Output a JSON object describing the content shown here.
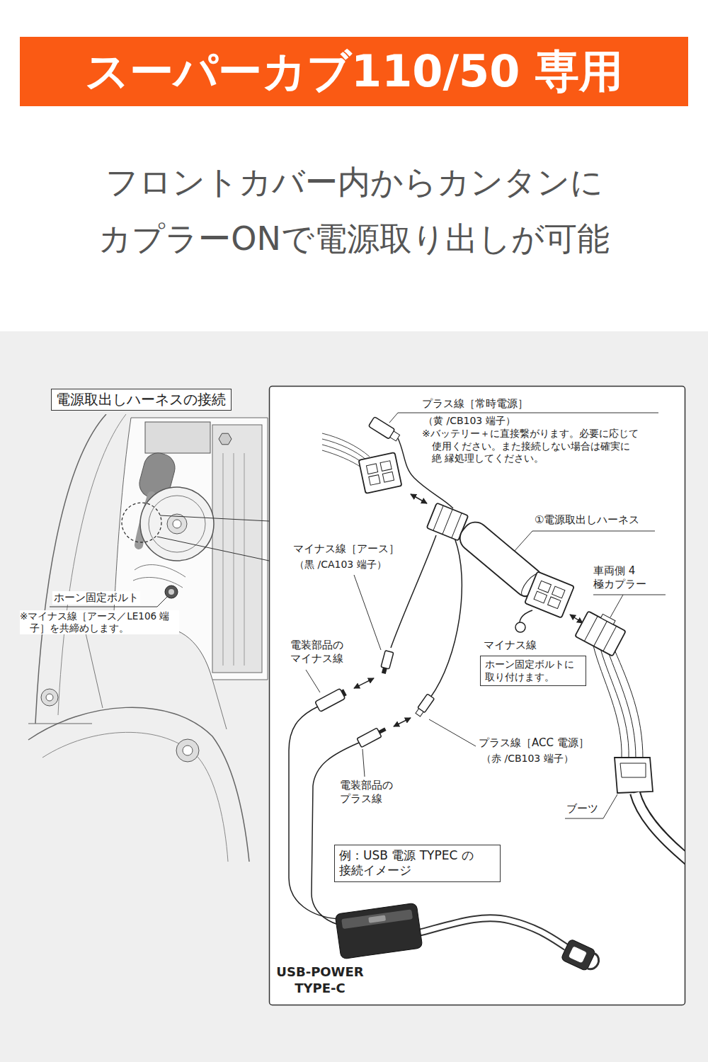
{
  "diagram": {
    "title": "スーパーカブ110/50 専用",
    "nodes": [
      {
        "text": [
          "電源取出しハーネスの接続"
        ]
      },
      {
        "text": [
          "マイナス線",
          "ホーン固定ボルトに 取り付けます。"
        ]
      },
      {
        "text": [
          "例：USB 電源 TYPEC の 接続イメージ"
        ]
      }
    ],
    "labels": [
      "フロントカバー内からカンタンに",
      "カプラーONで電源取り出しが可能",
      "ホーン固定ボルト",
      "※マイナス線［アース／LE106 端子］を共締めします。",
      "プラス線［常時電源］",
      "（黄 /CB103 端子）",
      "※バッテリー＋に直接繋がります。必要に応じて 使用ください。また接続しない場合は確実に絶 縁処理してください。",
      "①電源取出しハーネス",
      "車両側 4 極カプラー",
      "マイナス線［アース］",
      "（黒 /CA103 端子）",
      "電装部品の マイナス線",
      "プラス線［ACC 電源］",
      "（赤 /CB103 端子）",
      "電装部品の プラス線",
      "ブーツ",
      "USB-POWER TYPE-C"
    ]
  }
}
